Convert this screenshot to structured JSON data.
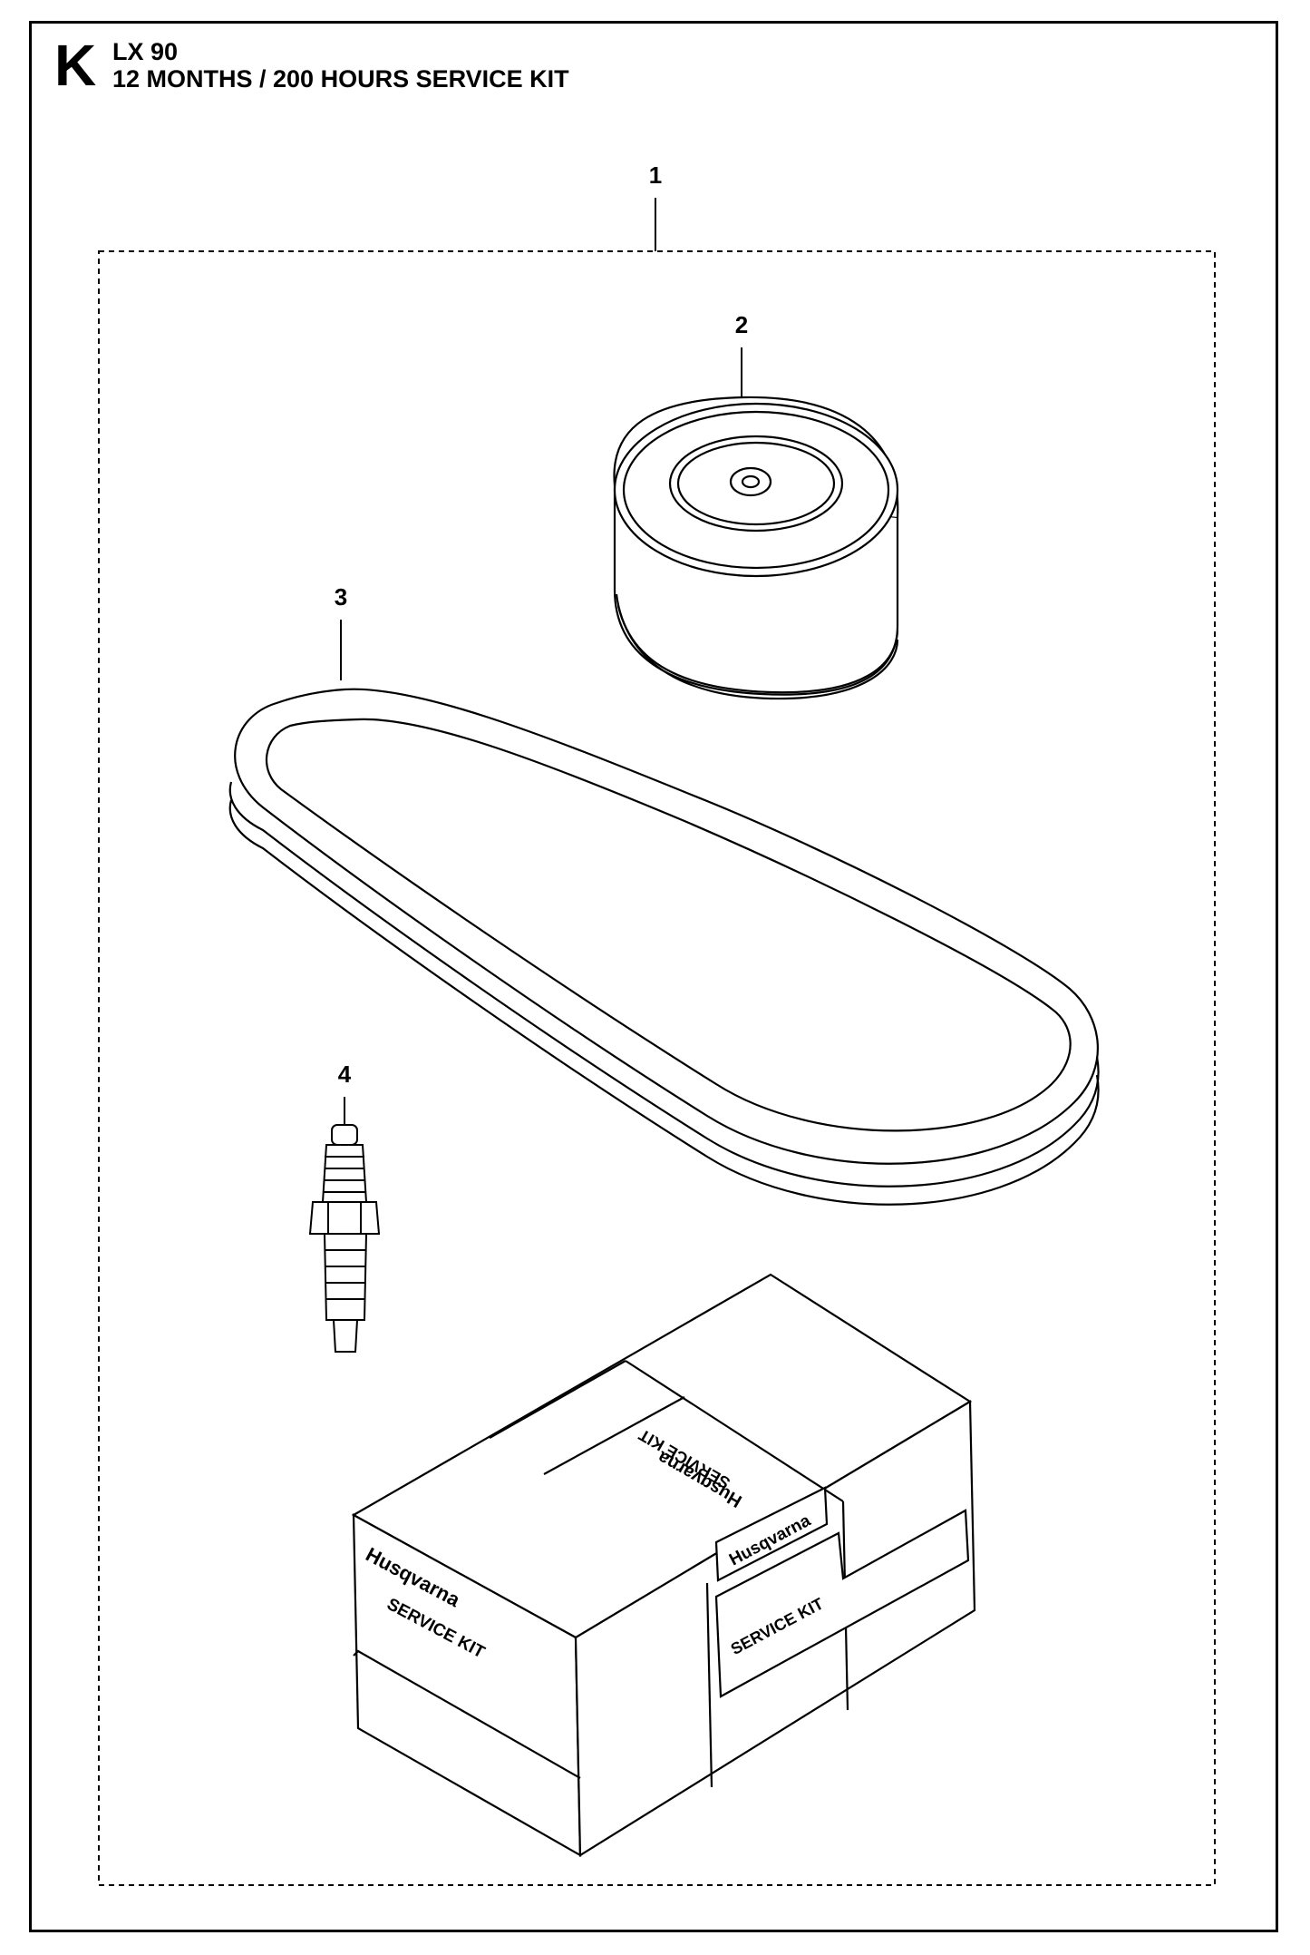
{
  "header": {
    "section_letter": "K",
    "model": "LX 90",
    "title": "12 MONTHS / 200 HOURS SERVICE KIT"
  },
  "callouts": {
    "kit": "1",
    "air_filter": "2",
    "belt": "3",
    "spark_plug": "4"
  },
  "box": {
    "brand": "Husqvarna",
    "label": "SERVICE KIT"
  }
}
